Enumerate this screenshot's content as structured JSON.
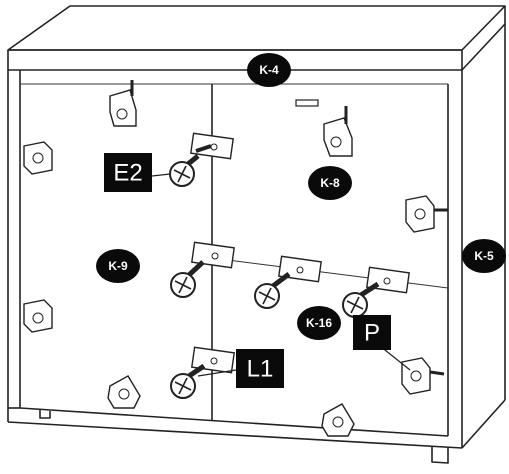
{
  "part_markers": {
    "top": "K-4",
    "side_right": "K-5",
    "back_right": "K-8",
    "back_left": "K-9",
    "shelf_divider": "K-16"
  },
  "hardware_labels": {
    "screw_e2": "E2",
    "connector_l1": "L1",
    "connector_p": "P"
  },
  "colors": {
    "line": "#222222",
    "badge_fill": "#0a0a0a",
    "label_fill": "#0a0a0a",
    "text_on_dark": "#ffffff",
    "background": "#ffffff"
  }
}
